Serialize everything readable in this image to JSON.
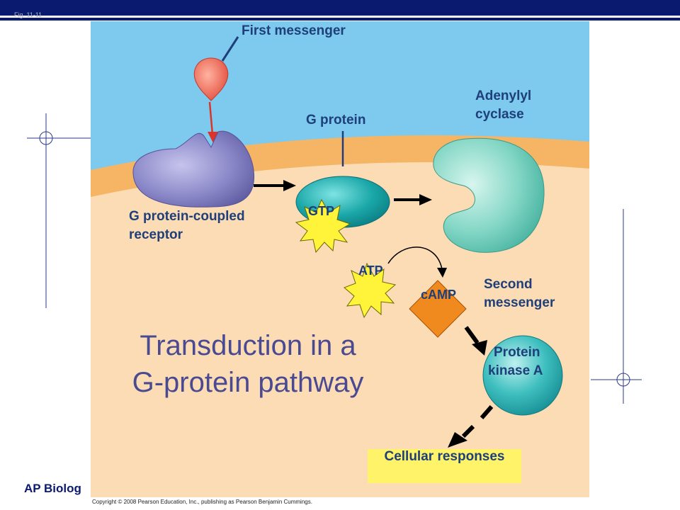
{
  "slide": {
    "figure_label": "Fig. 11-11",
    "course_label": "AP Biolog",
    "copyright": "Copyright © 2008 Pearson Education, Inc., publishing as Pearson Benjamin Cummings.",
    "title_line1": "Transduction in a",
    "title_line2": "G-protein pathway"
  },
  "diagram": {
    "first_messenger": "First messenger",
    "g_protein": "G protein",
    "adenylyl_line1": "Adenylyl",
    "adenylyl_line2": "cyclase",
    "receptor_line1": "G protein-coupled",
    "receptor_line2": "receptor",
    "gtp": "GTP",
    "atp": "ATP",
    "camp": "cAMP",
    "second_line1": "Second",
    "second_line2": "messenger",
    "pka_line1": "Protein",
    "pka_line2": "kinase A",
    "responses": "Cellular responses"
  },
  "colors": {
    "navy": "#0a1a6e",
    "sky": "#7dcaee",
    "membrane": "#f5b565",
    "cytoplasm": "#fcdcb4",
    "receptor": "#8a87c8",
    "g_protein": "#1aa7a8",
    "cyclase": "#6fcfbd",
    "star": "#fff43a",
    "camp": "#f08a1e",
    "kinase": "#3fbfbf",
    "label": "#1e3f7a",
    "title": "#4a4a92"
  }
}
